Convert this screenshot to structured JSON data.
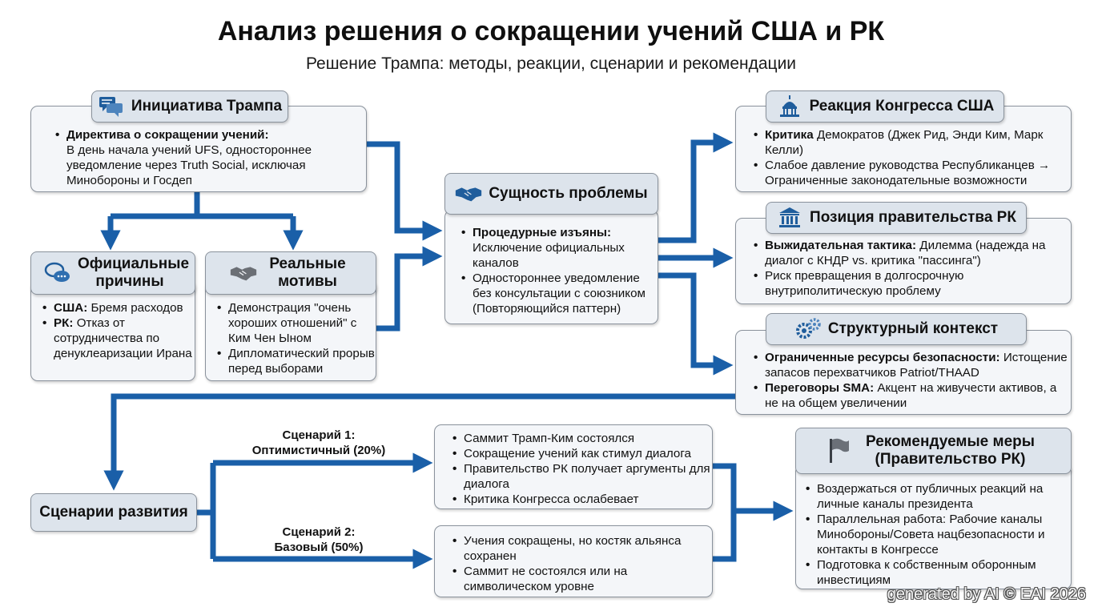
{
  "header": {
    "title": "Анализ решения о сокращении учений США и РК",
    "subtitle": "Решение Трампа: методы, реакции, сценарии и рекомендации"
  },
  "trump_initiative": {
    "title": "Инициатива Трампа",
    "icon": "chat-bubbles-icon",
    "item_bold": "Директива о сокращении учений:",
    "item_text": "В день начала учений UFS, одностороннее уведомление через Truth Social, исключая Минобороны и Госдеп"
  },
  "official_reasons": {
    "title": "Официальные причины",
    "icon": "speech-bubbles-icon",
    "items": [
      {
        "bold": "США:",
        "text": " Бремя расходов"
      },
      {
        "bold": "РК:",
        "text": " Отказ от сотрудничества по денуклеаризации Ирана"
      }
    ]
  },
  "real_motives": {
    "title": "Реальные мотивы",
    "icon": "handshake-icon",
    "items": [
      "Демонстрация \"очень хороших отношений\" с Ким Чен Ыном",
      "Дипломатический прорыв перед выборами"
    ]
  },
  "core_problem": {
    "title": "Сущность проблемы",
    "icon": "handshake-icon",
    "items": [
      {
        "bold": "Процедурные изъяны:",
        "text": " Исключение официальных каналов"
      },
      {
        "bold": "",
        "text": "Одностороннее уведомление без консультации с союзником (Повторяющийся паттерн)"
      }
    ]
  },
  "congress": {
    "title": "Реакция Конгресса США",
    "icon": "capitol-icon",
    "items": [
      {
        "bold": "Критика",
        "text": " Демократов (Джек Рид, Энди Ким, Марк Келли)"
      },
      {
        "bold": "",
        "text": "Слабое давление руководства Республиканцев → Ограниченные законодательные возможности"
      }
    ]
  },
  "rok_government": {
    "title": "Позиция правительства РК",
    "icon": "government-building-icon",
    "items": [
      {
        "bold": "Выжидательная тактика:",
        "text": " Дилемма (надежда на диалог с КНДР vs. критика \"пассинга\")"
      },
      {
        "bold": "",
        "text": "Риск превращения в долгосрочную внутриполитическую проблему"
      }
    ]
  },
  "structural": {
    "title": "Структурный контекст",
    "icon": "gears-icon",
    "items": [
      {
        "bold": "Ограниченные ресурсы безопасности:",
        "text": " Истощение запасов перехватчиков Patriot/THAAD"
      },
      {
        "bold": "Переговоры SMA:",
        "text": " Акцент на живучести активов, а не на общем увеличении"
      }
    ]
  },
  "scenarios": {
    "title": "Сценарии развития",
    "scenario1_label": "Сценарий 1:",
    "scenario1_name": "Оптимистичный (20%)",
    "scenario1_items": [
      "Саммит Трамп-Ким состоялся",
      "Сокращение учений как стимул диалога",
      "Правительство РК получает аргументы для диалога",
      "Критика Конгресса ослабевает"
    ],
    "scenario2_label": "Сценарий 2:",
    "scenario2_name": "Базовый (50%)",
    "scenario2_items": [
      "Учения сокращены, но костяк альянса сохранен",
      "Саммит не состоялся или на символическом уровне"
    ]
  },
  "recommendations": {
    "title": "Рекомендуемые меры (Правительство РК)",
    "icon": "flag-icon",
    "items": [
      "Воздержаться от публичных реакций на личные каналы президента",
      "Параллельная работа: Рабочие каналы Минобороны/Совета нацбезопасности и контакты в Конгрессе",
      "Подготовка к собственным оборонным инвестициям"
    ]
  },
  "watermark": "generated by AI © EAI 2026",
  "colors": {
    "arrow": "#1a5fa8",
    "box_bg": "#f4f6f9",
    "tab_bg": "#dde4ec",
    "border": "#8a929c"
  }
}
